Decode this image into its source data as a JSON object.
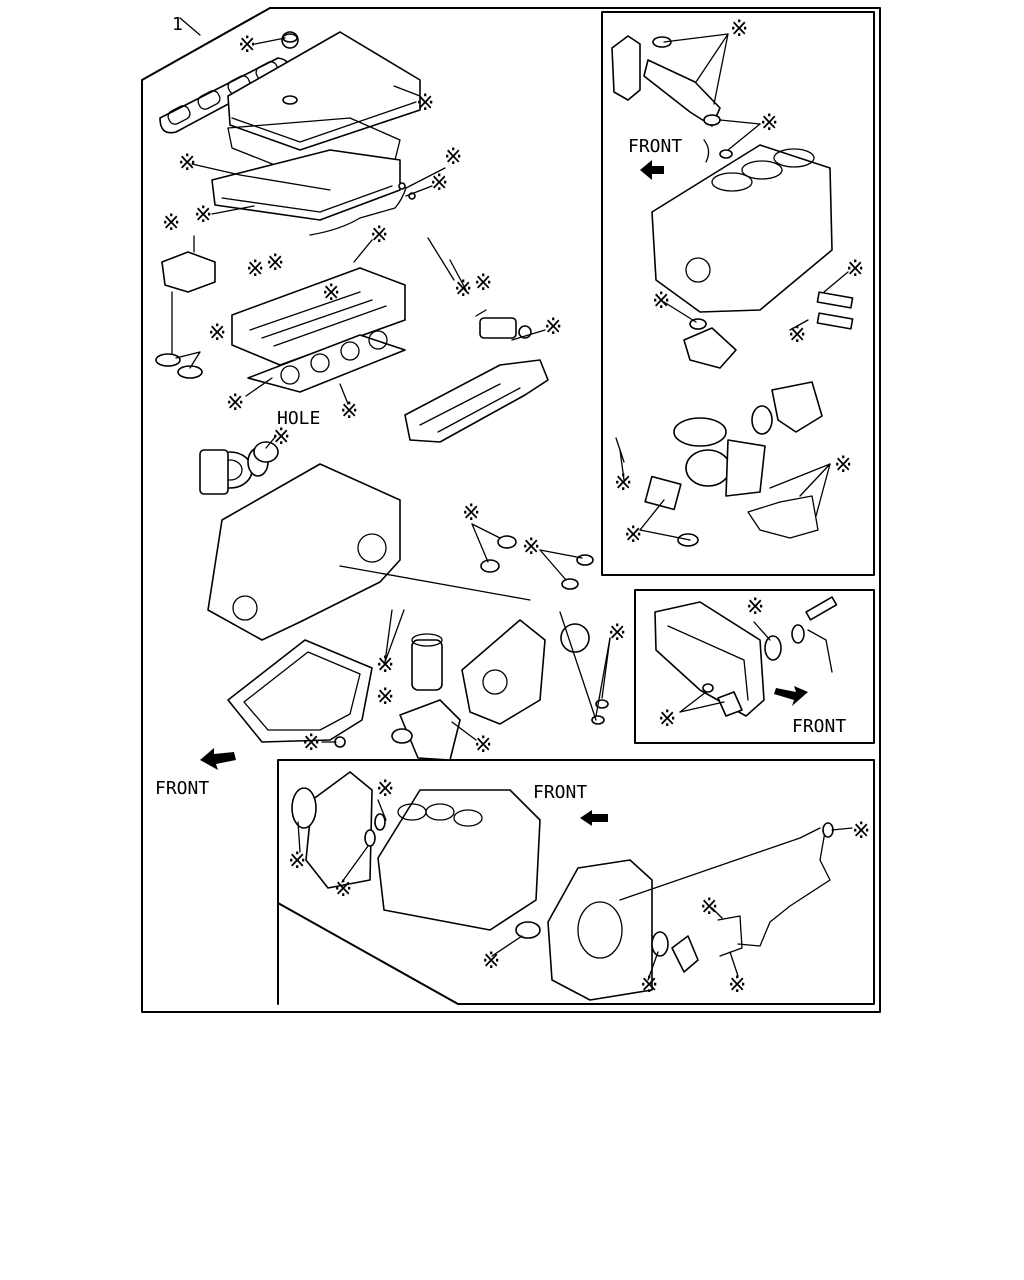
{
  "diagram": {
    "item_number": "1",
    "hole_label": "HOLE",
    "star_mark": "※",
    "front_labels": {
      "main": "FRONT",
      "inset_egr": "FRONT",
      "inset_cover": "FRONT",
      "inset_rear": "FRONT"
    },
    "colors": {
      "ink": "#000000",
      "paper": "#ffffff"
    }
  }
}
